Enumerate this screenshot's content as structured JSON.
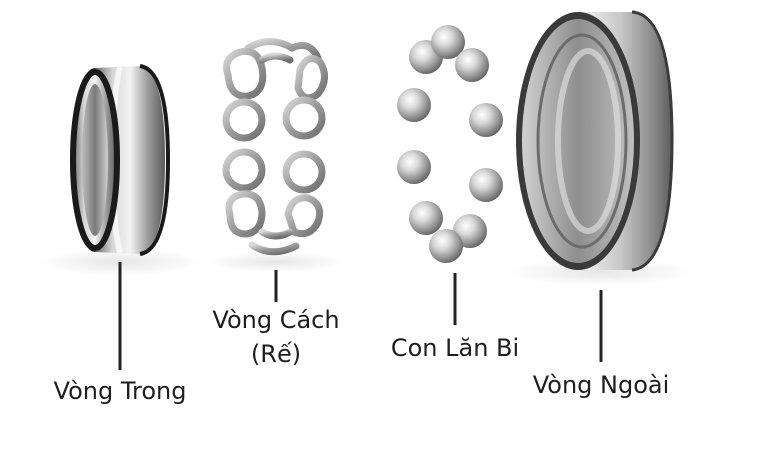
{
  "labels": {
    "inner_ring": "Vòng Trong",
    "cage_line1": "Vòng Cách",
    "cage_line2": "(Rế)",
    "balls": "Con Lăn Bi",
    "outer_ring": "Vòng Ngoài"
  },
  "colors": {
    "background": "#ffffff",
    "text": "#1e1e1e",
    "leader_line": "#222222",
    "steel_light": "#e8e8e8",
    "steel_mid": "#a8a8a8",
    "steel_dark": "#5a5a5a",
    "seal_black": "#1a1a1a"
  }
}
